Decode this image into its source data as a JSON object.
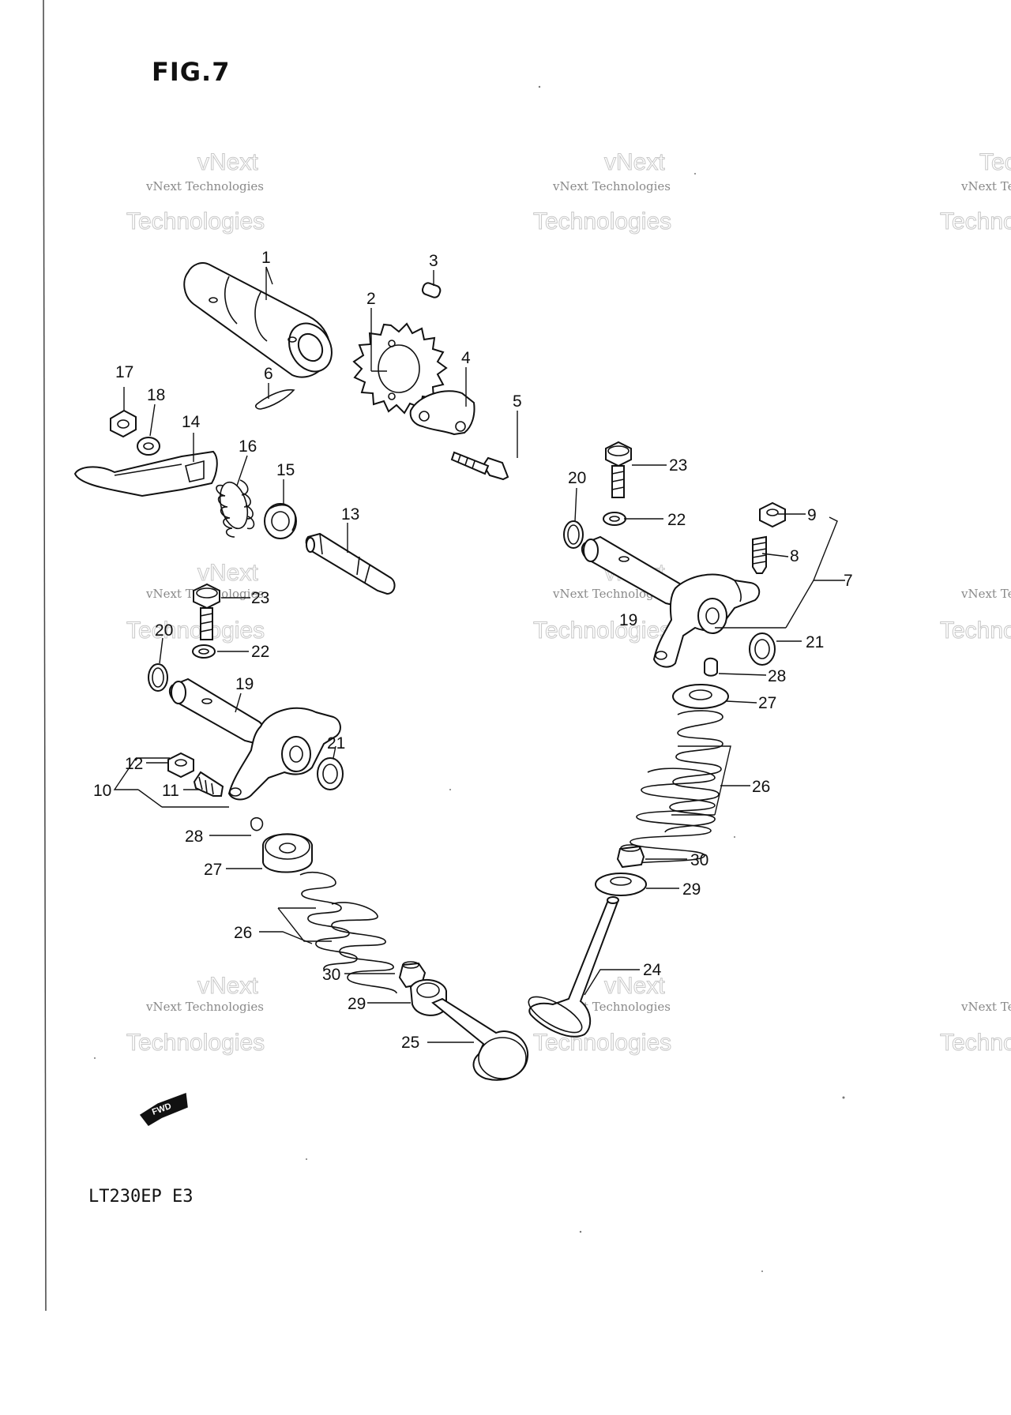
{
  "figure": {
    "title": "FIG.7",
    "model": "LT230EP  E3"
  },
  "watermark": {
    "line1": "vNext Technologies",
    "line2": "Technologies",
    "line3": "vNext"
  },
  "fwd_badge": {
    "label": "FWD"
  },
  "callouts": [
    {
      "id": "c1",
      "label": "1"
    },
    {
      "id": "c2",
      "label": "2"
    },
    {
      "id": "c3",
      "label": "3"
    },
    {
      "id": "c4",
      "label": "4"
    },
    {
      "id": "c5",
      "label": "5"
    },
    {
      "id": "c6",
      "label": "6"
    },
    {
      "id": "c7",
      "label": "7"
    },
    {
      "id": "c8",
      "label": "8"
    },
    {
      "id": "c9",
      "label": "9"
    },
    {
      "id": "c10",
      "label": "10"
    },
    {
      "id": "c11",
      "label": "11"
    },
    {
      "id": "c12",
      "label": "12"
    },
    {
      "id": "c13",
      "label": "13"
    },
    {
      "id": "c14",
      "label": "14"
    },
    {
      "id": "c15",
      "label": "15"
    },
    {
      "id": "c16",
      "label": "16"
    },
    {
      "id": "c17",
      "label": "17"
    },
    {
      "id": "c18",
      "label": "18"
    },
    {
      "id": "c19a",
      "label": "19"
    },
    {
      "id": "c19b",
      "label": "19"
    },
    {
      "id": "c20a",
      "label": "20"
    },
    {
      "id": "c20b",
      "label": "20"
    },
    {
      "id": "c21a",
      "label": "21"
    },
    {
      "id": "c21b",
      "label": "21"
    },
    {
      "id": "c22a",
      "label": "22"
    },
    {
      "id": "c22b",
      "label": "22"
    },
    {
      "id": "c23a",
      "label": "23"
    },
    {
      "id": "c23b",
      "label": "23"
    },
    {
      "id": "c24",
      "label": "24"
    },
    {
      "id": "c25",
      "label": "25"
    },
    {
      "id": "c26a",
      "label": "26"
    },
    {
      "id": "c26b",
      "label": "26"
    },
    {
      "id": "c27a",
      "label": "27"
    },
    {
      "id": "c27b",
      "label": "27"
    },
    {
      "id": "c28a",
      "label": "28"
    },
    {
      "id": "c28b",
      "label": "28"
    },
    {
      "id": "c29a",
      "label": "29"
    },
    {
      "id": "c29b",
      "label": "29"
    },
    {
      "id": "c30a",
      "label": "30"
    },
    {
      "id": "c30b",
      "label": "30"
    }
  ]
}
